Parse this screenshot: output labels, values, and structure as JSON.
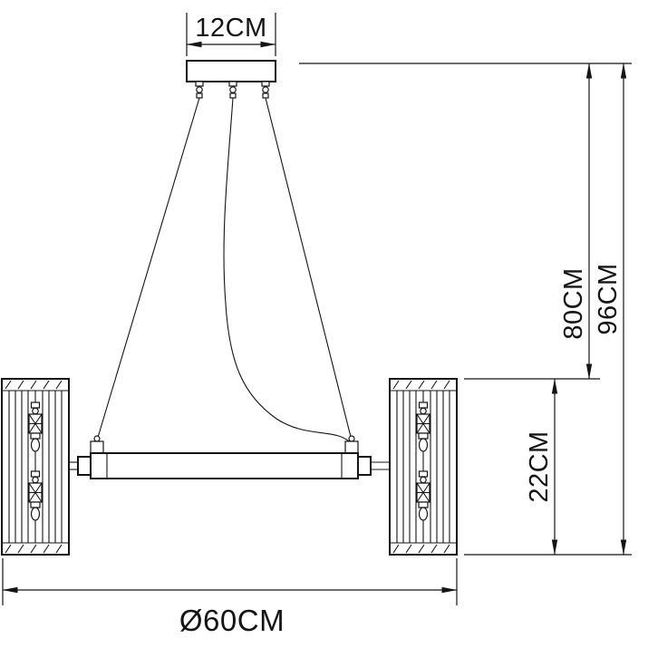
{
  "diagram": {
    "type": "pendant-light-dimension-drawing",
    "labels": {
      "canopy_width": "12CM",
      "drop_height": "80CM",
      "total_height": "96CM",
      "shade_height": "22CM",
      "fixture_diameter": "Ø60CM"
    },
    "colors": {
      "line": "#141414",
      "background": "#ffffff"
    }
  }
}
